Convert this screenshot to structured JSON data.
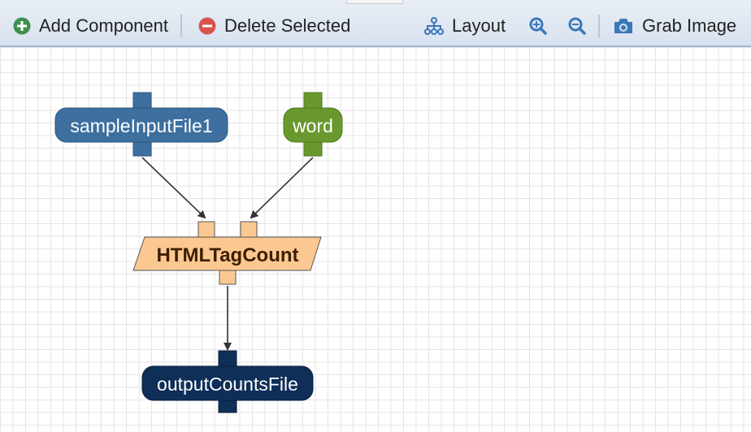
{
  "toolbar": {
    "add_label": "Add Component",
    "delete_label": "Delete Selected",
    "layout_label": "Layout",
    "grab_label": "Grab Image"
  },
  "nodes": {
    "sample_input": "sampleInputFile1",
    "word": "word",
    "html_tag_count": "HTMLTagCount",
    "output_counts": "outputCountsFile"
  },
  "colors": {
    "input_file": "#3d6f9f",
    "parameter": "#69982e",
    "process": "#fcc891",
    "output_file": "#0f2f59"
  },
  "icons": {
    "add": "plus-circle-icon",
    "delete": "minus-circle-icon",
    "layout": "sitemap-icon",
    "zoom_in": "zoom-in-icon",
    "zoom_out": "zoom-out-icon",
    "grab": "camera-icon"
  }
}
